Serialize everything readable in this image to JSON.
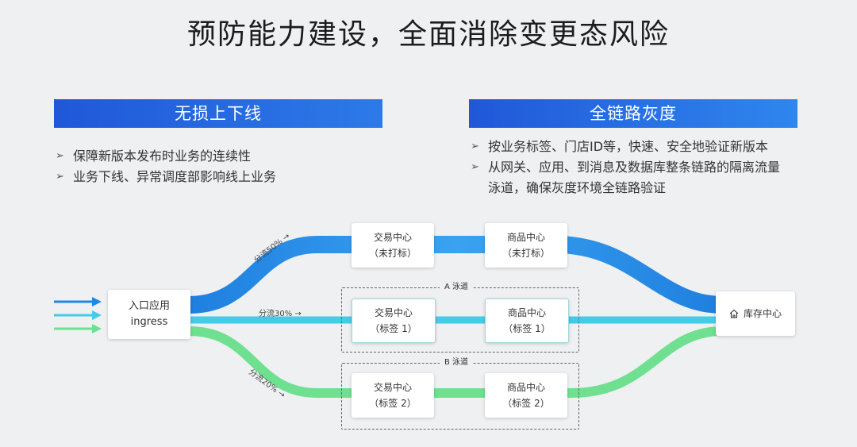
{
  "title": "预防能力建设，全面消除变更态风险",
  "left_section": {
    "banner": "无损上下线",
    "bullets": [
      "保障新版本发布时业务的连续性",
      "业务下线、异常调度部影响线上业务"
    ]
  },
  "right_section": {
    "banner": "全链路灰度",
    "bullets": [
      {
        "text": "按业务标签、门店ID等，快速、安全地验证新版本",
        "cont": ""
      },
      {
        "text": "从网关、应用、到消息及数据库整条链路的隔离流量",
        "cont": "泳道，确保灰度环境全链路验证"
      }
    ]
  },
  "bullet_marker": "➢",
  "diagram": {
    "ingress": {
      "line1": "入口应用",
      "line2": "ingress"
    },
    "inventory": "库存中心",
    "splits": {
      "top": "分流50% →",
      "mid": "分流30% →",
      "bottom": "分流20% →"
    },
    "lanes": {
      "a": "A 泳道",
      "b": "B 泳道"
    },
    "nodes": {
      "trade_top": {
        "line1": "交易中心",
        "line2": "（未打标）"
      },
      "goods_top": {
        "line1": "商品中心",
        "line2": "（未打标）"
      },
      "trade_a": {
        "line1": "交易中心",
        "line2": "（标签 1）"
      },
      "goods_a": {
        "line1": "商品中心",
        "line2": "（标签 1）"
      },
      "trade_b": {
        "line1": "交易中心",
        "line2": "（标签 2）"
      },
      "goods_b": {
        "line1": "商品中心",
        "line2": "（标签 2）"
      }
    },
    "colors": {
      "blue": "#1e88e5",
      "cyan": "#44cbe8",
      "green": "#6ee090"
    }
  }
}
